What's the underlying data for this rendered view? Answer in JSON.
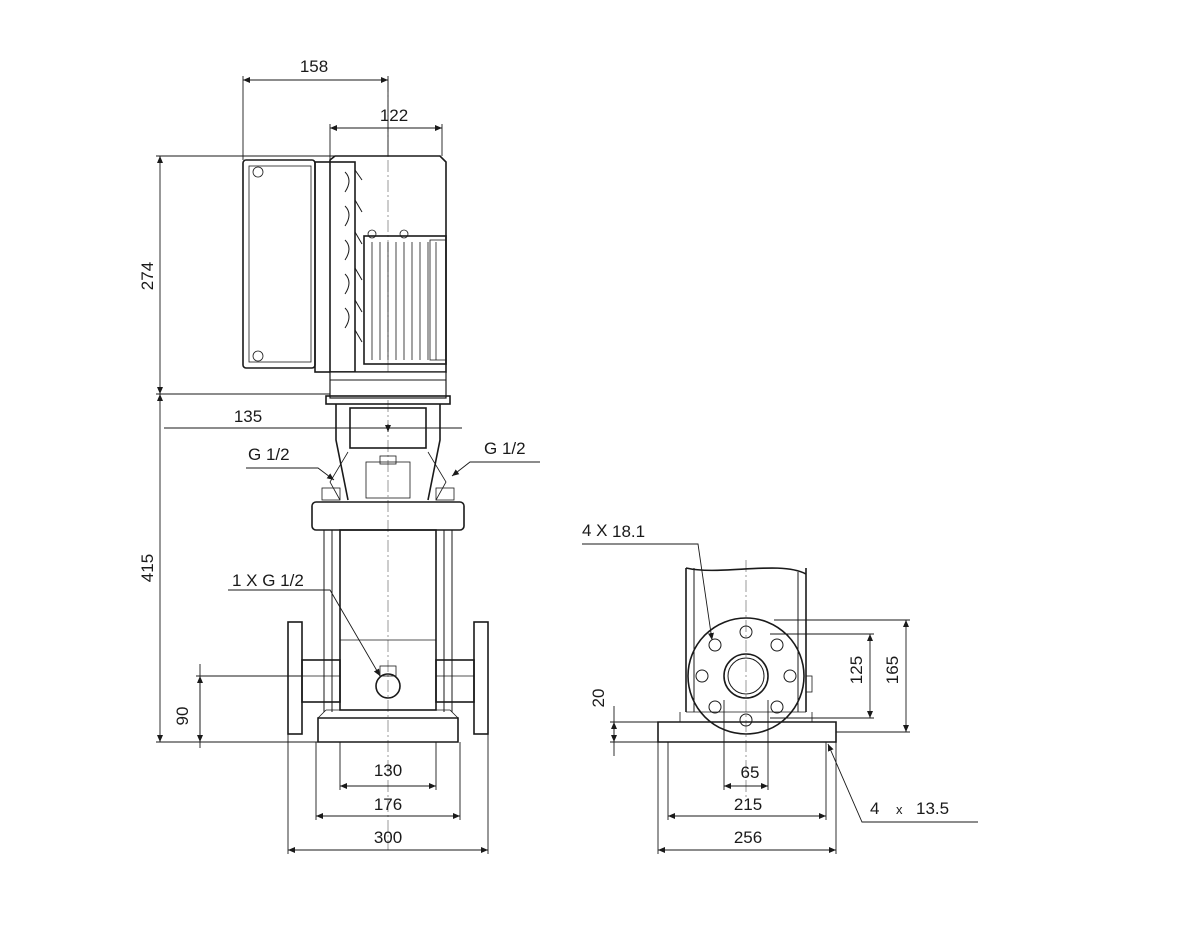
{
  "dimensions": {
    "motor_width": "158",
    "motor_depth": "122",
    "motor_height": "274",
    "pump_height": "415",
    "head_offset": "135",
    "port_height": "90",
    "bolt_spacing_inner": "130",
    "base_width": "176",
    "flange_to_flange": "300",
    "flange_bolt_pcd_small": "125",
    "flange_bolt_pcd_large": "165",
    "base_thickness": "20",
    "flange_bore": "65",
    "base_hole_spacing": "215",
    "base_length": "256"
  },
  "callouts": {
    "vent_left": "G 1/2",
    "vent_right": "G 1/2",
    "drain": "1 X G 1/2",
    "flange_holes_count": "4 X",
    "flange_holes_size": "18.1",
    "base_holes_count": "4",
    "base_holes_x": "x",
    "base_holes_size": "13.5"
  }
}
